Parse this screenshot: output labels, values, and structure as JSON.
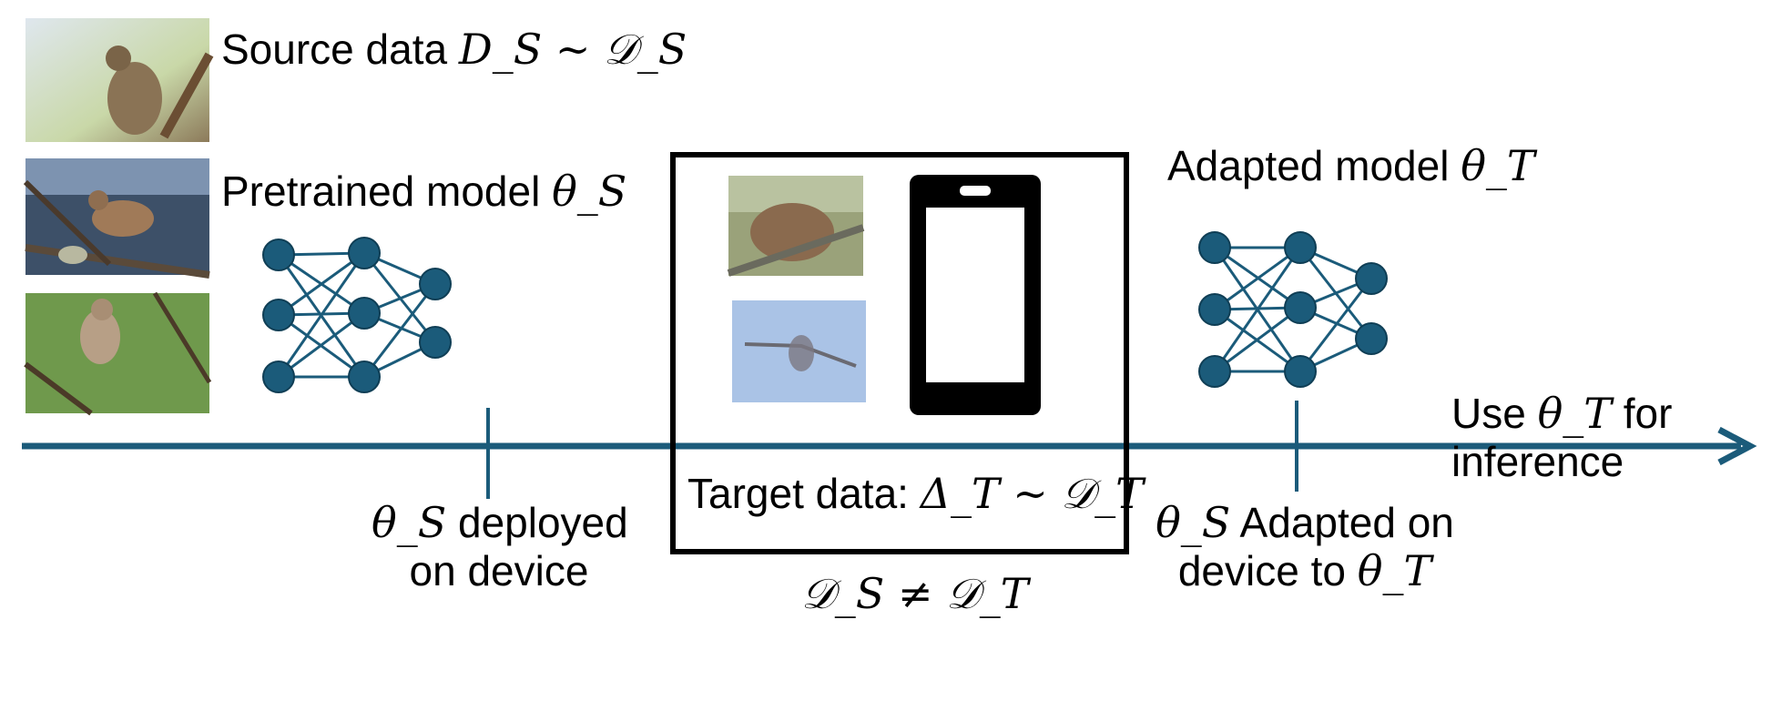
{
  "source_label": {
    "text": "Source data ",
    "math": "D_S ~ 𝒟_S"
  },
  "pretrained_label": {
    "text": "Pretrained model ",
    "math": "θ_S"
  },
  "adapted_label": {
    "text": "Adapted model ",
    "math": "θ_T"
  },
  "deploy_label": {
    "math": "θ_S",
    "line1": " deployed",
    "line2": "on device"
  },
  "target_label": {
    "text": "Target data: ",
    "math": "Δ_T ~ 𝒟_T"
  },
  "inequality_label": {
    "math": "𝒟_S ≠ 𝒟_T"
  },
  "adapt_label": {
    "math1": "θ_S",
    "line1": " Adapted on",
    "line2": "device to ",
    "math2": "θ_T"
  },
  "use_label": {
    "line1a": "Use ",
    "math": "θ_T",
    "line1b": " for",
    "line2": "inference"
  },
  "colors": {
    "accent": "#1b5b7a",
    "node": "#1b5b7a",
    "box": "#000000",
    "phone": "#000000"
  },
  "images": [
    "bird-photo-1",
    "bird-photo-2",
    "bird-photo-3",
    "target-bird-photo-1",
    "target-bird-photo-2"
  ],
  "icons": [
    "neural-network-icon",
    "smartphone-icon"
  ]
}
